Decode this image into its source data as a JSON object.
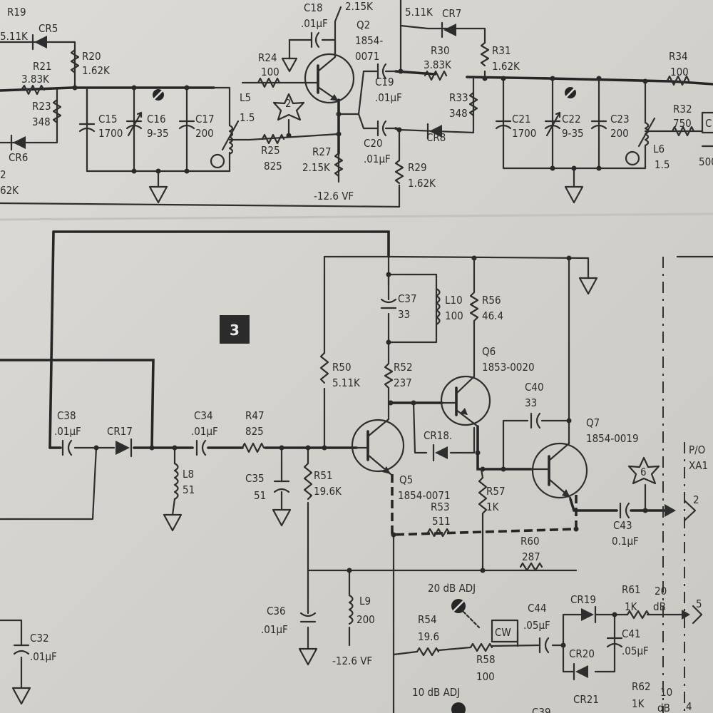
{
  "section_marker": "3",
  "test_points": [
    "2",
    "6"
  ],
  "rails": [
    "-12.6 VF",
    "-12.6 VF"
  ],
  "top": {
    "r19": "R19",
    "r19v": "5.11K",
    "cr5": "CR5",
    "cr6": "CR6",
    "r20": "R20",
    "r20v": "1.62K",
    "r21": "R21",
    "r21v": "3.83K",
    "r23": "R23",
    "r23v": "348",
    "r22v": "62K",
    "r22p": "2",
    "c15": "C15",
    "c15v": "1700",
    "c16": "C16",
    "c16v": "9-35",
    "c17": "C17",
    "c17v": "200",
    "c18": "C18",
    "c18v": ".01µF",
    "r24": "R24",
    "r24v": "100",
    "l5": "L5",
    "l5v": "1.5",
    "r25": "R25",
    "r25v": "825",
    "q2": "Q2",
    "q2p1": "1854-",
    "q2p2": "0071",
    "r27": "R27",
    "r27v": "2.15K",
    "r26v": "2.15K",
    "c19": "C19",
    "c19v": ".01µF",
    "c20": "C20",
    "c20v": ".01µF",
    "r29": "R29",
    "r29v": "1.62K",
    "r28v": "5.11K",
    "cr7": "CR7",
    "cr8": "CR8",
    "r30": "R30",
    "r30v": "3.83K",
    "r31": "R31",
    "r31v": "1.62K",
    "r33": "R33",
    "r33v": "348",
    "c21": "C21",
    "c21v": "1700",
    "c22": "C22",
    "c22v": "9-35",
    "c23": "C23",
    "c23v": "200",
    "r34": "R34",
    "r34v": "100",
    "r32": "R32",
    "r32v": "750",
    "l6": "L6",
    "l6v": "1.5",
    "r35v": "500",
    "c_cut": "C"
  },
  "bottom": {
    "c38": "C38",
    "c38v": ".01µF",
    "cr17": "CR17",
    "c34": "C34",
    "c34v": ".01µF",
    "r47": "R47",
    "r47v": "825",
    "l8": "L8",
    "l8v": "51",
    "c35": "C35",
    "c35v": "51",
    "r51": "R51",
    "r51v": "19.6K",
    "r50": "R50",
    "r50v": "5.11K",
    "c37": "C37",
    "c37v": "33",
    "l10": "L10",
    "l10v": "100",
    "r56": "R56",
    "r56v": "46.4",
    "r52": "R52",
    "r52v": "237",
    "q6": "Q6",
    "q6p": "1853-0020",
    "c40": "C40",
    "c40v": "33",
    "cr18": "CR18.",
    "q5": "Q5",
    "q5p": "1854-0071",
    "r53": "R53",
    "r53v": "511",
    "r57": "R57",
    "r57v": "1K",
    "q7": "Q7",
    "q7p": "1854-0019",
    "r60": "R60",
    "r60v": "287",
    "c43": "C43",
    "c43v": "0.1µF",
    "pio": "P/O",
    "xa1": "XA1",
    "pin2": "2",
    "pin5": "5",
    "pin4": "4",
    "c36": "C36",
    "c36v": ".01µF",
    "l9": "L9",
    "l9v": "200",
    "adj20": "20 dB ADJ",
    "adj10": "10 dB ADJ",
    "r54": "R54",
    "r54v": "19.6",
    "r58": "R58",
    "r58v": "100",
    "cw": "CW",
    "c44": "C44",
    "c44v": ".05µF",
    "cr19": "CR19",
    "cr20": "CR20",
    "cr21": "CR21",
    "c41": "C41",
    "c41v": ".05µF",
    "r61": "R61",
    "r61v": "1K",
    "r62": "R62",
    "r62v": "1K",
    "db20a": "20",
    "db20b": "dB",
    "db10a": "10",
    "db10b": "dB",
    "c32": "C32",
    "c32v": ".01µF",
    "c39_cut": "C39"
  },
  "colors": {
    "paper": "#d6d4cf",
    "ink": "#2e2e2e",
    "marker_fill": "#2b2b2b"
  },
  "icons": [
    "ground-icon",
    "transistor-npn-icon",
    "transistor-pnp-icon",
    "diode-icon",
    "inductor-icon",
    "capacitor-icon",
    "variable-capacitor-icon",
    "resistor-icon",
    "test-point-star-icon",
    "adjust-screw-icon"
  ]
}
